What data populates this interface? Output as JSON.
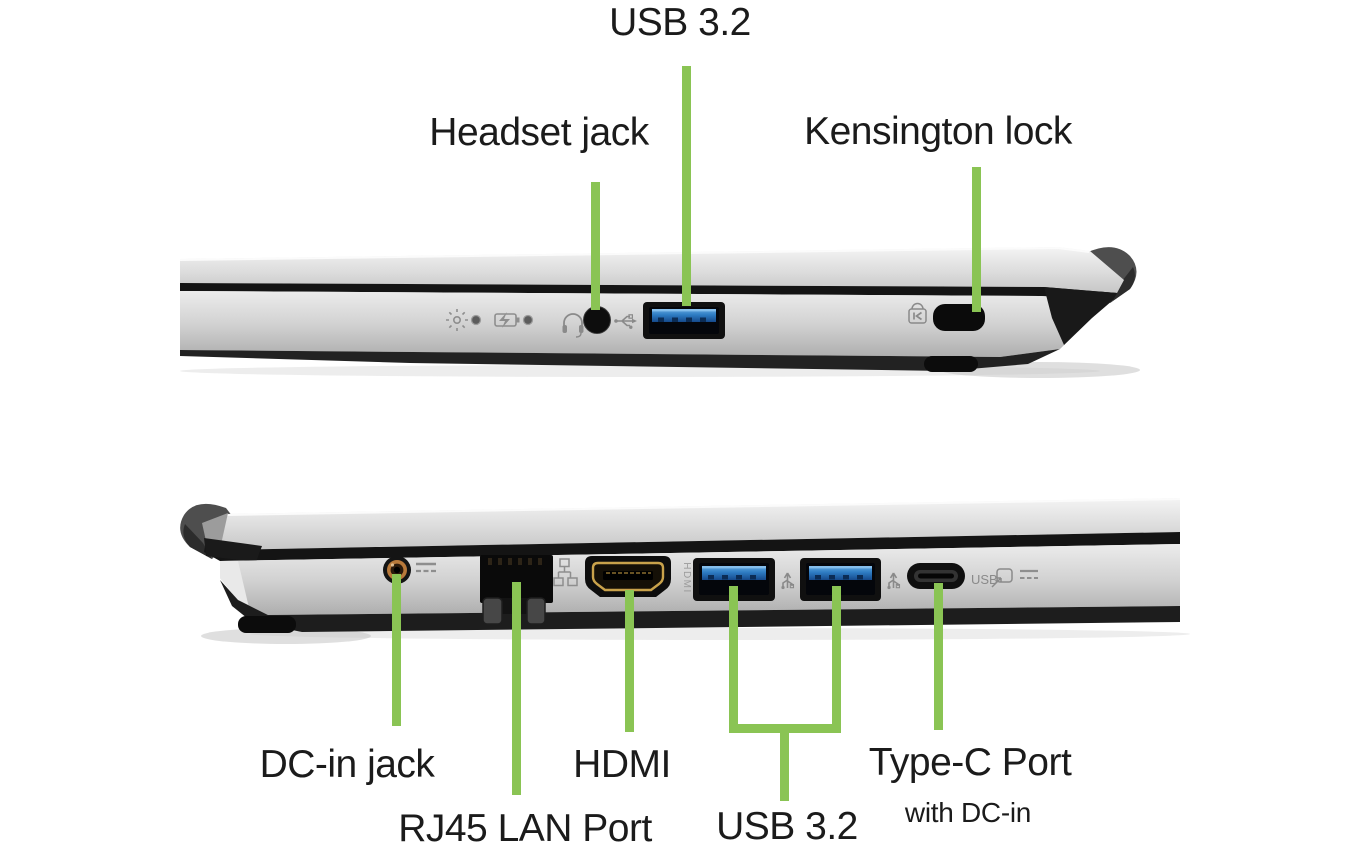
{
  "page": {
    "background": "#ffffff"
  },
  "palette": {
    "callout_green": "#8ac454",
    "label_color": "#1b1b1b",
    "chassis_silver": "#d4d4d4",
    "usb_blue": "#2e7cc3",
    "hdmi_gold": "#c9a24b",
    "dc_copper": "#b8793a"
  },
  "top_view": {
    "labels": {
      "usb32": "USB 3.2",
      "headset": "Headset jack",
      "kensington": "Kensington lock"
    }
  },
  "bottom_view": {
    "labels": {
      "dc_in": "DC-in jack",
      "rj45": "RJ45 LAN Port",
      "hdmi": "HDMI",
      "usb32": "USB 3.2",
      "type_c": "Type-C Port",
      "type_c_sub": "with DC-in"
    },
    "engravings": {
      "hdmi": "HDMI",
      "usb_logo": "USB"
    }
  }
}
